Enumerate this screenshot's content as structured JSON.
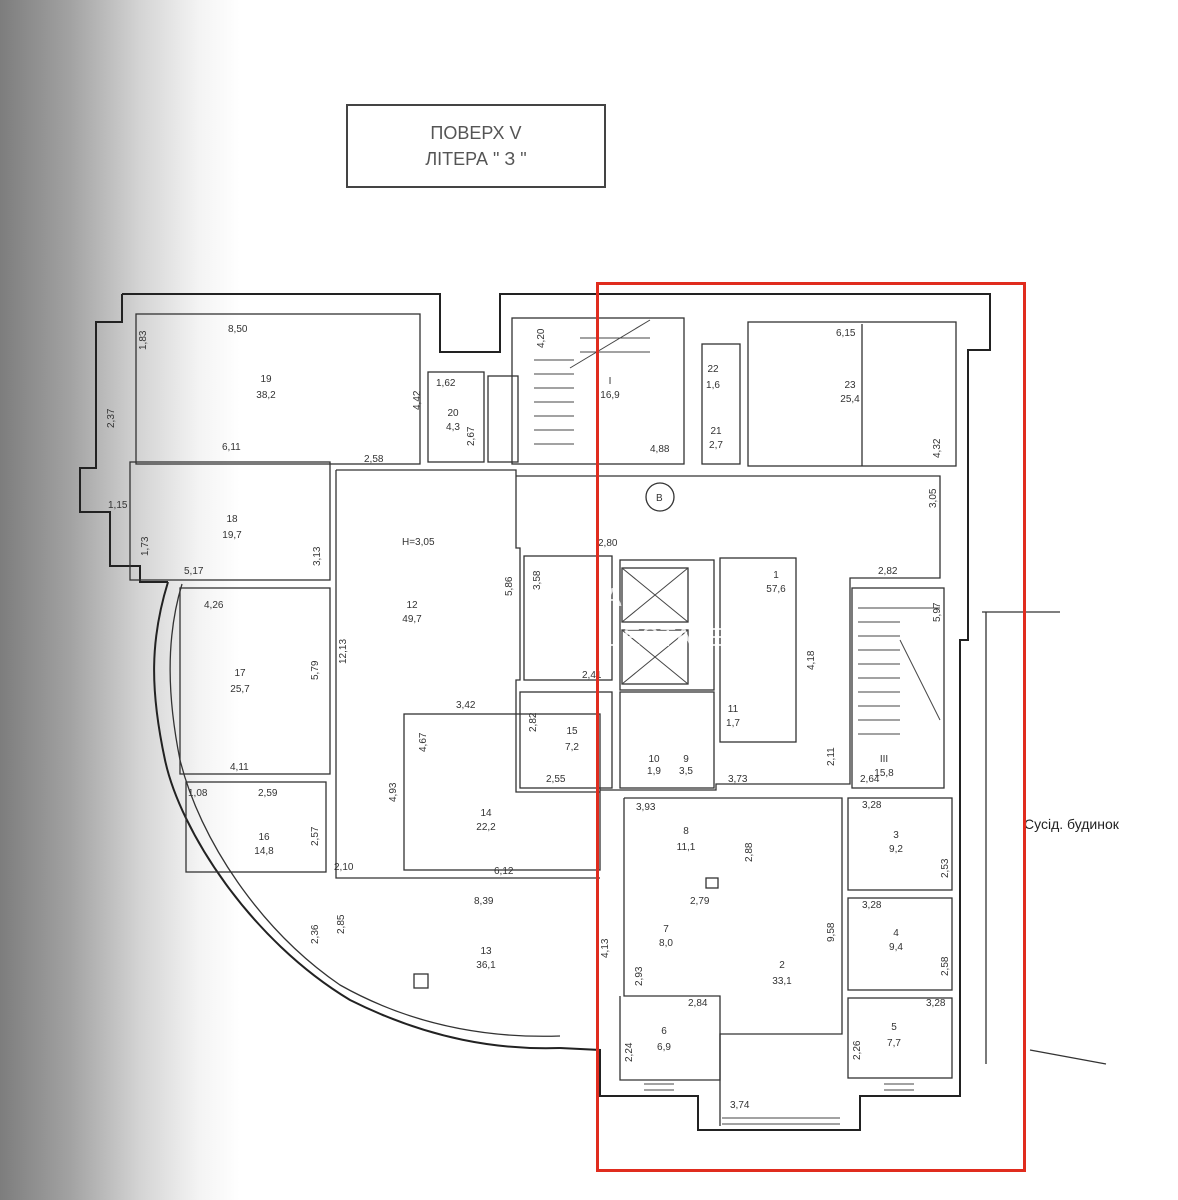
{
  "title": {
    "line1": "ПОВЕРХ  V",
    "line2": "ЛІТЕРА \" З \""
  },
  "neighbor_label": "Сусід. будинок",
  "height_note": "H=3,05",
  "stair_marker": "В",
  "watermark": {
    "letter": "R",
    "line1": "ROYAL",
    "line2": "REAL ESTATE"
  },
  "highlight_color": "#e02c1e",
  "rooms": [
    {
      "id": "19",
      "num": "19",
      "area": "38,2"
    },
    {
      "id": "20",
      "num": "20",
      "area": "4,3"
    },
    {
      "id": "I",
      "num": "I",
      "area": "16,9"
    },
    {
      "id": "22",
      "num": "22",
      "area": "1,6"
    },
    {
      "id": "21",
      "num": "21",
      "area": "2,7"
    },
    {
      "id": "23",
      "num": "23",
      "area": "25,4"
    },
    {
      "id": "18",
      "num": "18",
      "area": "19,7"
    },
    {
      "id": "12",
      "num": "12",
      "area": "49,7"
    },
    {
      "id": "1",
      "num": "1",
      "area": "57,6"
    },
    {
      "id": "11",
      "num": "11",
      "area": "1,7"
    },
    {
      "id": "17",
      "num": "17",
      "area": "25,7"
    },
    {
      "id": "15",
      "num": "15",
      "area": "7,2"
    },
    {
      "id": "10",
      "num": "10",
      "area": "1,9"
    },
    {
      "id": "9",
      "num": "9",
      "area": "3,5"
    },
    {
      "id": "III",
      "num": "III",
      "area": "15,8"
    },
    {
      "id": "16",
      "num": "16",
      "area": "14,8"
    },
    {
      "id": "14",
      "num": "14",
      "area": "22,2"
    },
    {
      "id": "8",
      "num": "8",
      "area": "11,1"
    },
    {
      "id": "3",
      "num": "3",
      "area": "9,2"
    },
    {
      "id": "13",
      "num": "13",
      "area": "36,1"
    },
    {
      "id": "7",
      "num": "7",
      "area": "8,0"
    },
    {
      "id": "2",
      "num": "2",
      "area": "33,1"
    },
    {
      "id": "4",
      "num": "4",
      "area": "9,4"
    },
    {
      "id": "6",
      "num": "6",
      "area": "6,9"
    },
    {
      "id": "5",
      "num": "5",
      "area": "7,7"
    }
  ],
  "dimensions": [
    "8,50",
    "1,83",
    "2,37",
    "4,42",
    "1,62",
    "2,67",
    "4,20",
    "4,88",
    "6,15",
    "4,32",
    "6,11",
    "2,58",
    "1,15",
    "1,73",
    "3,13",
    "5,17",
    "3,05",
    "2,80",
    "3,58",
    "5,86",
    "2,82",
    "4,26",
    "5,79",
    "12,13",
    "5,97",
    "4,18",
    "2,41",
    "3,42",
    "2,82",
    "2,55",
    "4,67",
    "4,93",
    "4,11",
    "2,11",
    "3,73",
    "2,64",
    "1,08",
    "2,59",
    "2,57",
    "3,93",
    "2,88",
    "3,28",
    "2,53",
    "2,10",
    "6,12",
    "8,39",
    "2,79",
    "9,58",
    "3,28",
    "2,36",
    "2,85",
    "4,13",
    "2,93",
    "2,58",
    "2,84",
    "3,28",
    "2,24",
    "2,26",
    "3,74"
  ]
}
